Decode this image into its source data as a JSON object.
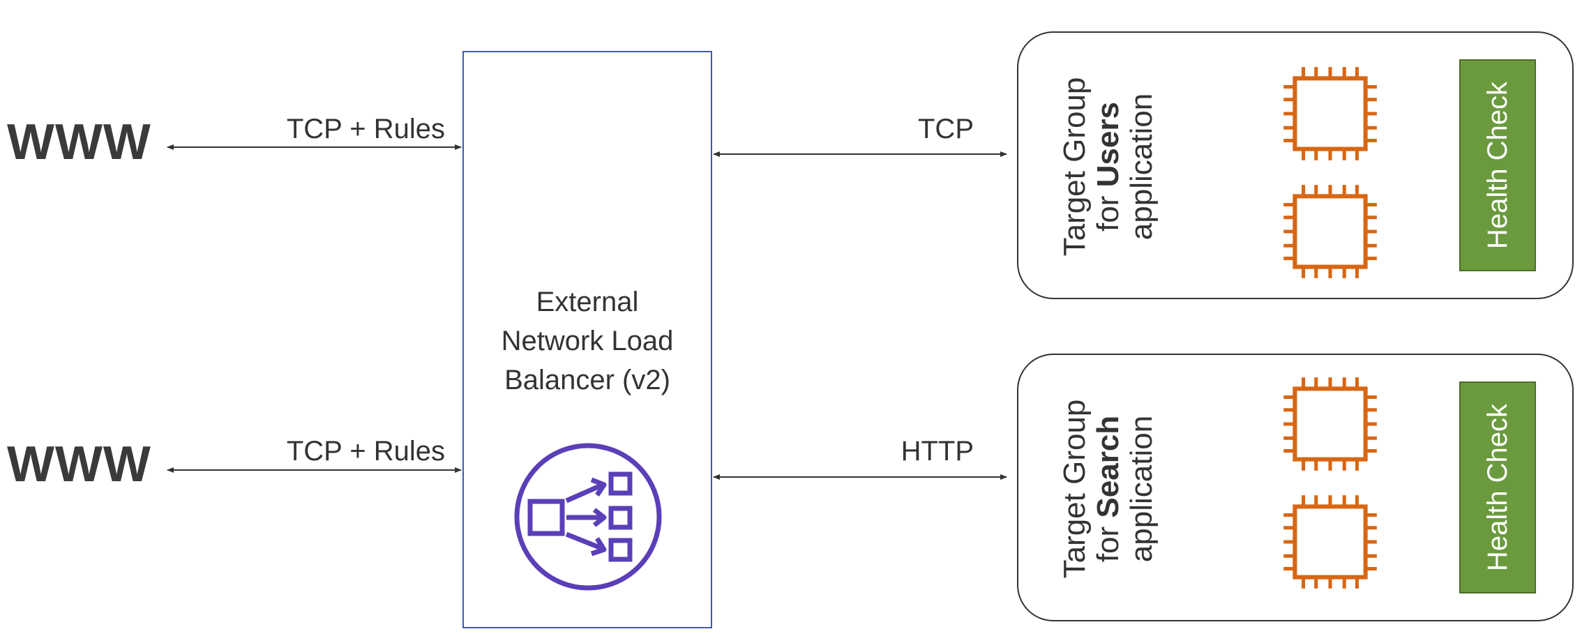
{
  "clients": [
    {
      "label": "WWW",
      "link_protocol": "TCP + Rules"
    },
    {
      "label": "WWW",
      "link_protocol": "TCP + Rules"
    }
  ],
  "load_balancer": {
    "lines": [
      "External",
      "Network Load",
      "Balancer (v2)"
    ],
    "icon": "elastic-load-balancing-icon",
    "border_color": "#3f5aa8",
    "icon_color": "#5a3fb8"
  },
  "target_groups": [
    {
      "link_protocol": "TCP",
      "title_pre": "Target Group",
      "title_for": "for ",
      "title_bold": "Users",
      "title_post": "application",
      "health_check": "Health Check"
    },
    {
      "link_protocol": "HTTP",
      "title_pre": "Target Group",
      "title_for": "for ",
      "title_bold": "Search",
      "title_post": "application",
      "health_check": "Health Check"
    }
  ],
  "colors": {
    "instance": "#d86613",
    "health_check_fill": "#6a9a3d",
    "arrow": "#333333"
  }
}
